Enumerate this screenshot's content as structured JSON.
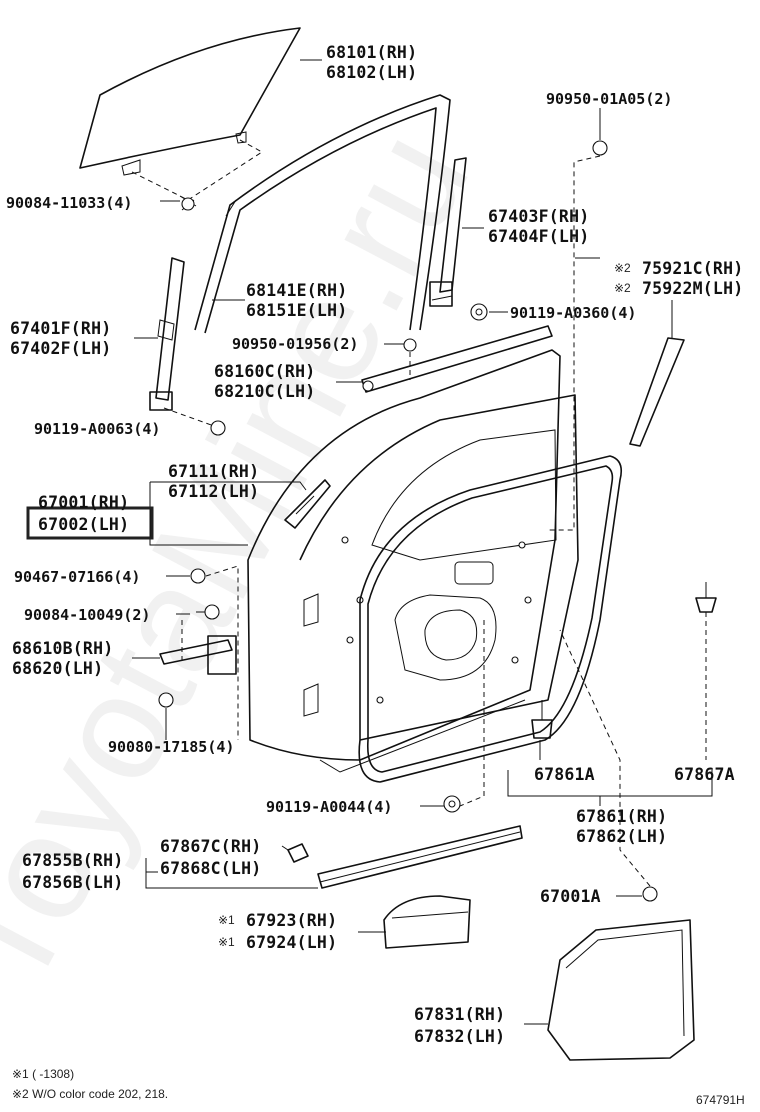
{
  "watermark": "ToyotaMine.ru",
  "diagram_id": "674791H",
  "notes": {
    "note1": "※1 (       -1308)",
    "note2": "※2 W/O color code 202, 218."
  },
  "labels": {
    "p68101": "68101(RH)",
    "p68102": "68102(LH)",
    "p90950_01a05": "90950-01A05(2)",
    "p90084_11033": "90084-11033(4)",
    "p67403f": "67403F(RH)",
    "p67404f": "67404F(LH)",
    "p75921c": "75921C(RH)",
    "p75922m": "75922M(LH)",
    "mark2a": "※2",
    "mark2b": "※2",
    "p68141e": "68141E(RH)",
    "p68151e": "68151E(LH)",
    "p90119_a0360": "90119-A0360(4)",
    "p67401f": "67401F(RH)",
    "p67402f": "67402F(LH)",
    "p90950_01956": "90950-01956(2)",
    "p68160c": "68160C(RH)",
    "p68210c": "68210C(LH)",
    "p90119_a0063": "90119-A0063(4)",
    "p67111": "67111(RH)",
    "p67112": "67112(LH)",
    "p67001_rh": "67001(RH)",
    "p67002_lh": "67002(LH)",
    "p90467_07166": "90467-07166(4)",
    "p90084_10049": "90084-10049(2)",
    "p68610b": "68610B(RH)",
    "p68620": "68620(LH)",
    "p90080_17185": "90080-17185(4)",
    "p67861a": "67861A",
    "p67867a": "67867A",
    "p90119_a0044": "90119-A0044(4)",
    "p67861": "67861(RH)",
    "p67862": "67862(LH)",
    "p67867c": "67867C(RH)",
    "p67868c": "67868C(LH)",
    "p67855b": "67855B(RH)",
    "p67856b": "67856B(LH)",
    "p67001a": "67001A",
    "p67923": "67923(RH)",
    "p67924": "67924(LH)",
    "mark1a": "※1",
    "mark1b": "※1",
    "p67831": "67831(RH)",
    "p67832": "67832(LH)"
  },
  "highlight": {
    "label": "p67002_lh",
    "color": "#222222"
  }
}
